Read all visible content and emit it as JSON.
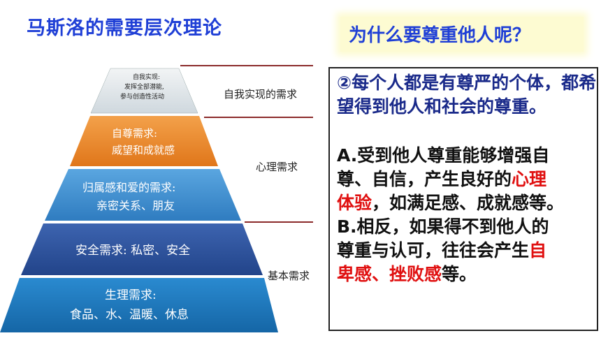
{
  "title": "马斯洛的需要层次理论",
  "question": "为什么要尊重他人呢？",
  "answer": {
    "p1": "②每个人都是有尊严的个体，都希望得到他人和社会的尊重。",
    "a_line1": "A.受到他人尊重能够增强自",
    "a_line2": "尊、自信，产生良好的",
    "a_red1": "心理",
    "a_red2": "体验",
    "a_line3": "，如满足感、成就感等。",
    "b_line1": "B.相反，如果得不到他人的",
    "b_line2": "尊重与认可，往往会产生",
    "b_red1": "自",
    "b_red2": "卑感、挫败感",
    "b_tail": "等。"
  },
  "pyramid": {
    "levels": [
      {
        "line1": "自我实现:",
        "line2": "发挥全部潜能,",
        "line3": "参与创造性活动",
        "color": "#dfe6ea"
      },
      {
        "line1": "自尊需求:",
        "line2": "威望和成就感",
        "color": "#ec8a2a"
      },
      {
        "line1": "归属感和爱的需求:",
        "line2": "亲密关系、朋友",
        "color": "#3f8fd0"
      },
      {
        "line1": "安全需求: 私密、安全",
        "color": "#2c4f9a"
      },
      {
        "line1": "生理需求:",
        "line2": "食品、水、温暖、休息",
        "color": "#1e78b8"
      }
    ],
    "side_labels": [
      "自我实现的需求",
      "心理需求",
      "基本需求"
    ],
    "line_color": "#8b2a2a"
  }
}
